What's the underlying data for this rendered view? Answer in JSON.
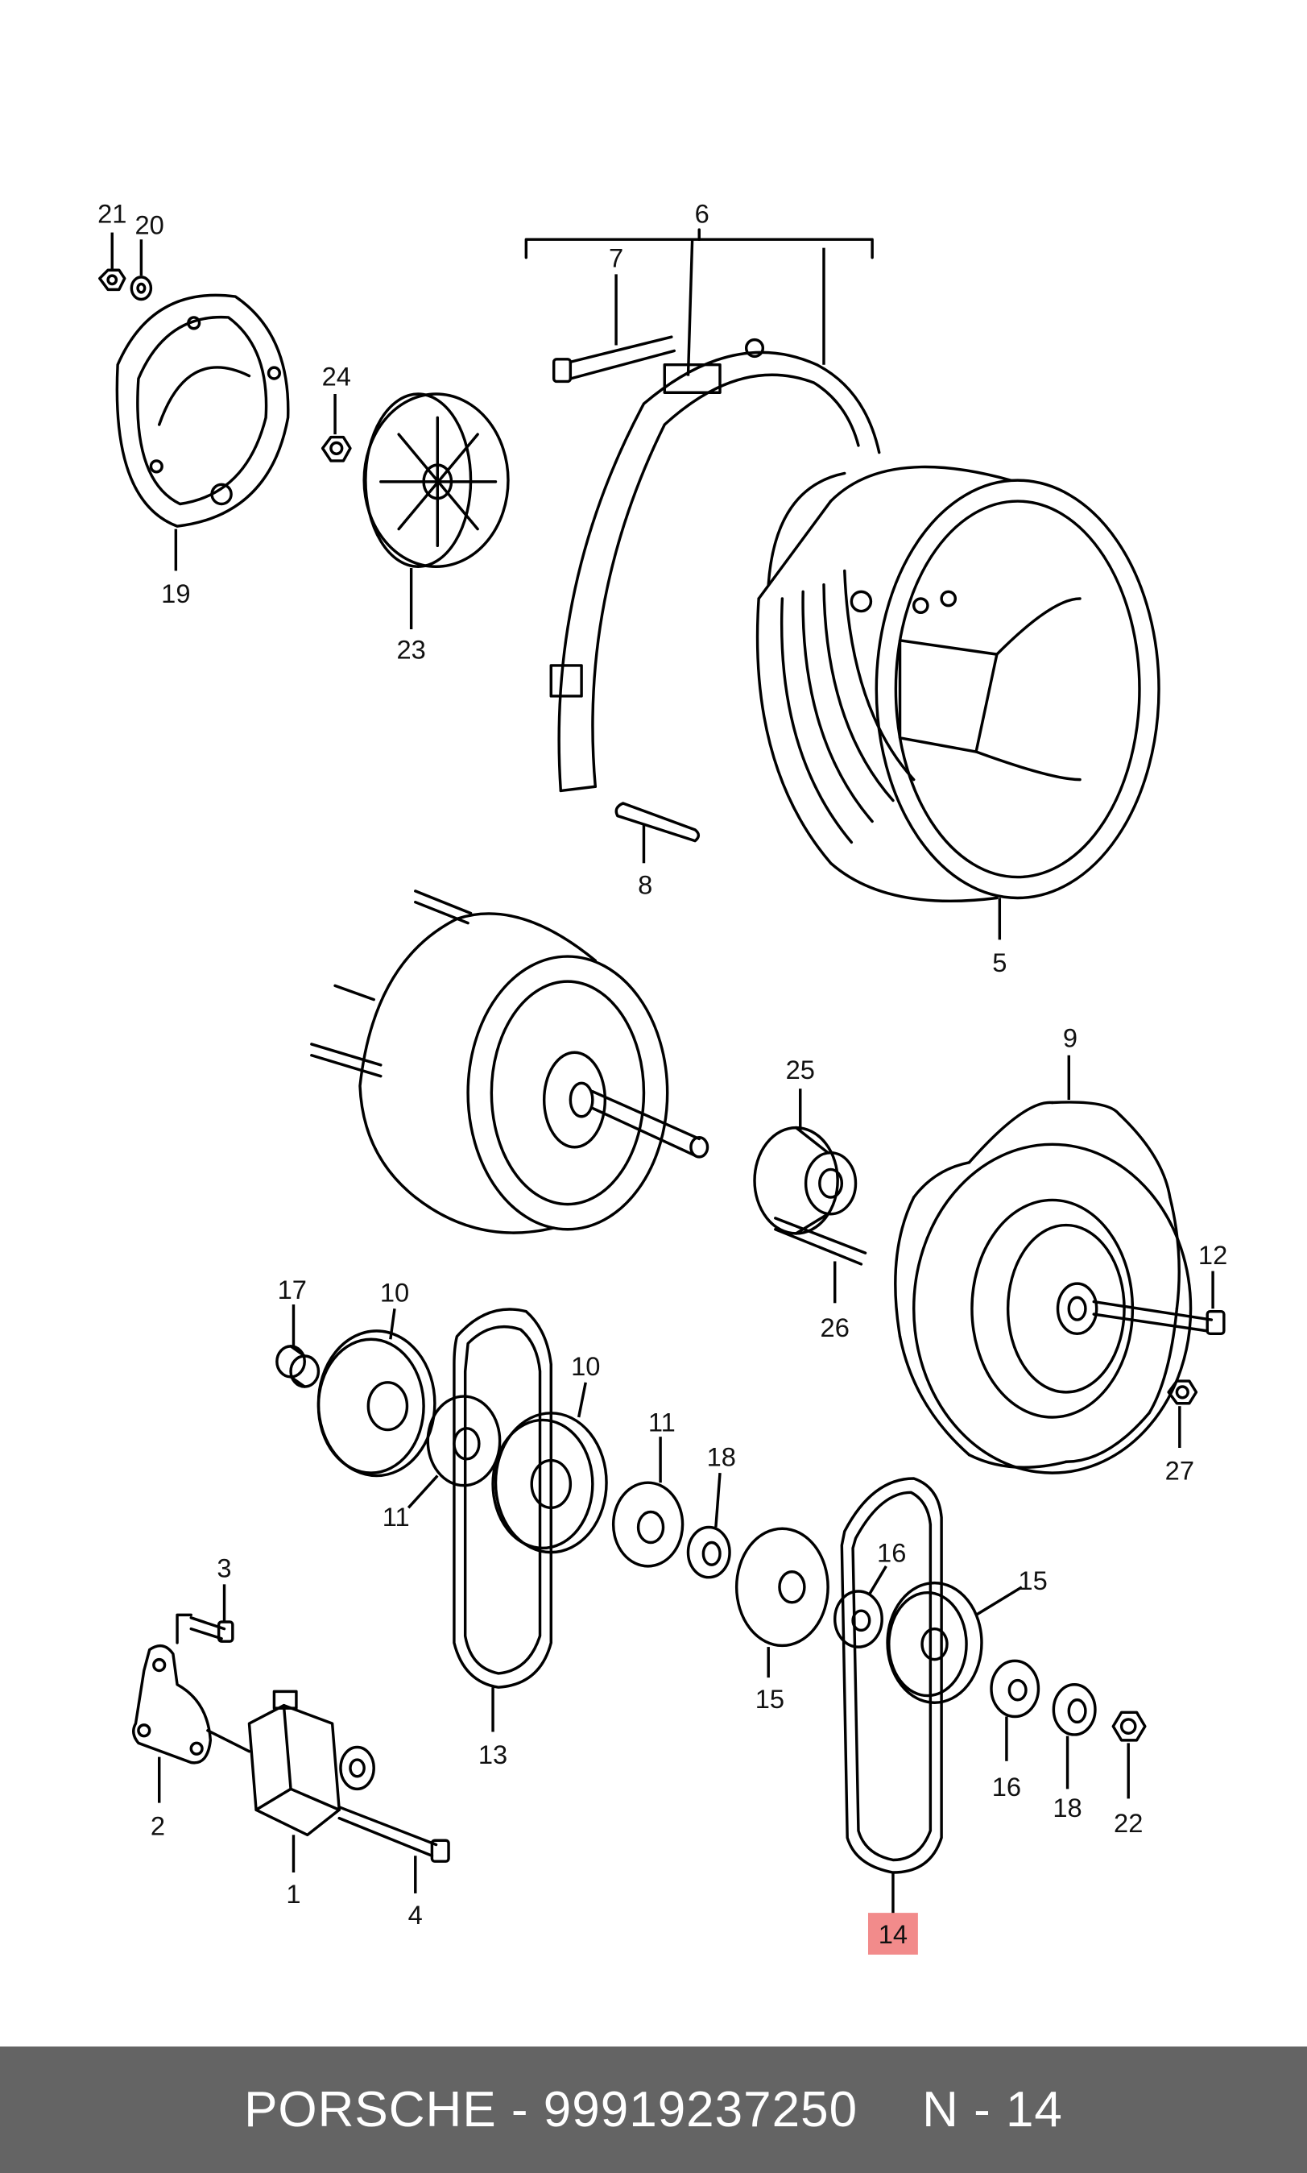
{
  "parts": [
    {
      "label": "21"
    },
    {
      "label": "20"
    },
    {
      "label": "6"
    },
    {
      "label": "7"
    },
    {
      "label": "24"
    },
    {
      "label": "19"
    },
    {
      "label": "23"
    },
    {
      "label": "8"
    },
    {
      "label": "5"
    },
    {
      "label": "9"
    },
    {
      "label": "25"
    },
    {
      "label": "26"
    },
    {
      "label": "12"
    },
    {
      "label": "17"
    },
    {
      "label": "10"
    },
    {
      "label": "10"
    },
    {
      "label": "11"
    },
    {
      "label": "11"
    },
    {
      "label": "18"
    },
    {
      "label": "27"
    },
    {
      "label": "16"
    },
    {
      "label": "15"
    },
    {
      "label": "3"
    },
    {
      "label": "15"
    },
    {
      "label": "13"
    },
    {
      "label": "16"
    },
    {
      "label": "18"
    },
    {
      "label": "22"
    },
    {
      "label": "2"
    },
    {
      "label": "1"
    },
    {
      "label": "4"
    },
    {
      "label": "14"
    }
  ],
  "highlight_color": "#f28b8b",
  "footer": {
    "brand_part": "PORSCHE - 99919237250",
    "position": "N - 14"
  }
}
